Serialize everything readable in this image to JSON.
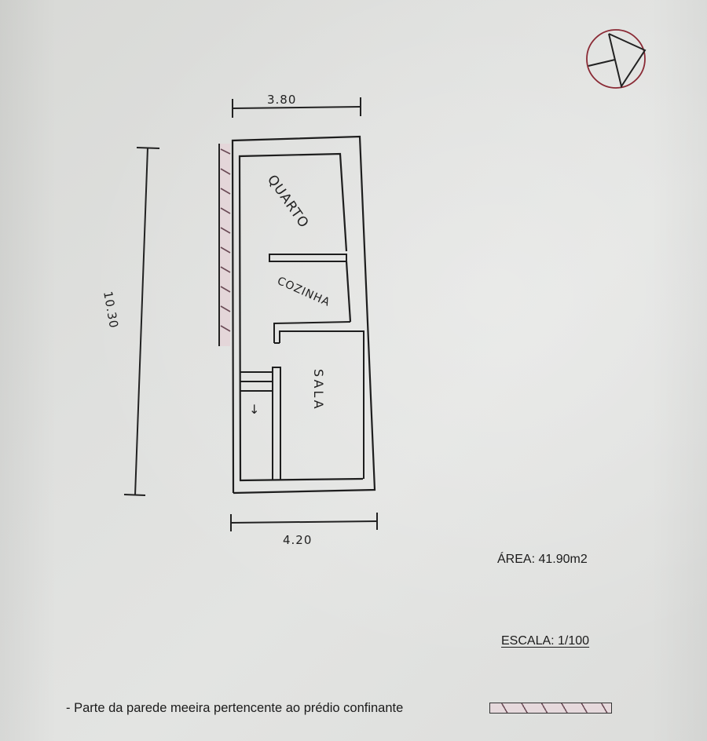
{
  "drawing": {
    "type": "hand-drawn floor plan",
    "north_arrow_icon": "compass-north-arrow",
    "dimensions": {
      "top_width": "3.80",
      "bottom_width": "4.20",
      "height": "10.30"
    },
    "rooms": [
      {
        "name": "QUARTO"
      },
      {
        "name": "COZINHA"
      },
      {
        "name": "SALA"
      }
    ],
    "stair_arrow": "↓"
  },
  "info": {
    "area": "ÁREA:  41.90m2",
    "scale": "ESCALA:  1/100"
  },
  "legend": {
    "text": "- Parte da parede meeira pertencente ao prédio confinante",
    "swatch_color": "#e6d9dc",
    "hatch_color": "#6a4a55"
  }
}
